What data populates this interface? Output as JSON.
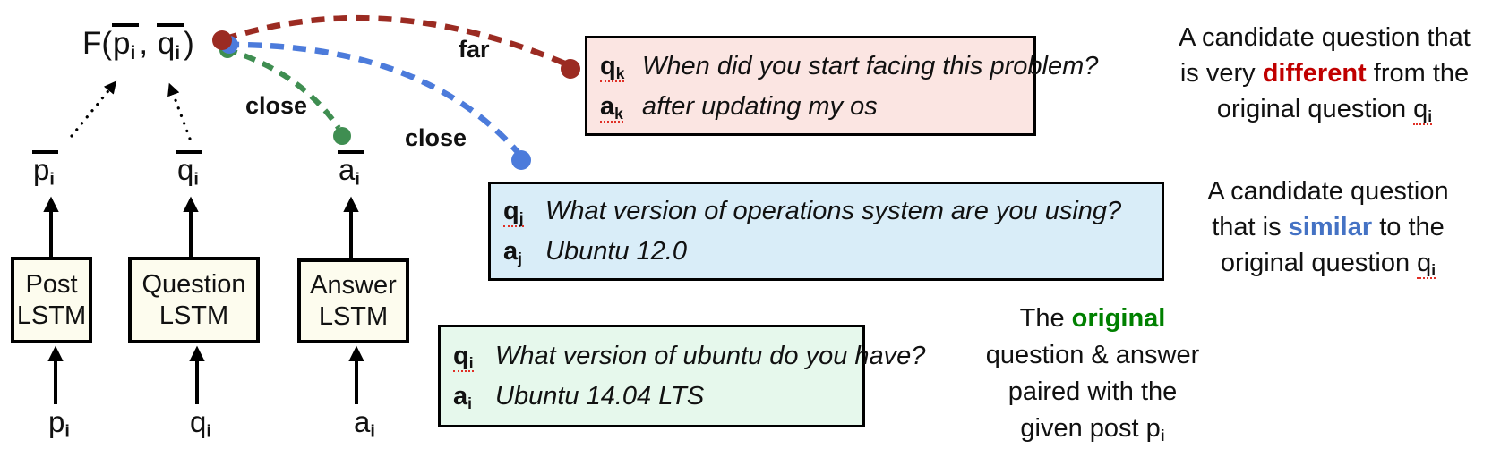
{
  "colors": {
    "far_red": "#9B2B22",
    "close_blue": "#4C7BDB",
    "close_green": "#3F8E51",
    "different_red": "#C00000",
    "similar_blue": "#4472C4",
    "original_green": "#008000",
    "candidate_far_bg": "#FBE5E2",
    "candidate_close_bg": "#D9EDF8",
    "original_bg": "#E6F8EC",
    "lstm_box_bg": "#FDFCEE",
    "squiggle_red": "#E03026",
    "arrow_black": "#000000"
  },
  "model": {
    "f_label": {
      "open": "F(",
      "arg1_base": "p",
      "arg1_sub": "i",
      "sep": ", ",
      "arg2_base": "q",
      "arg2_sub": "i",
      "close": ")"
    },
    "hidden": {
      "p_base": "p",
      "p_sub": "i",
      "q_base": "q",
      "q_sub": "i",
      "a_base": "a",
      "a_sub": "i"
    },
    "lstm_boxes": {
      "post": {
        "line1": "Post",
        "line2": "LSTM"
      },
      "question": {
        "line1": "Question",
        "line2": "LSTM"
      },
      "answer": {
        "line1": "Answer",
        "line2": "LSTM"
      }
    },
    "inputs": {
      "p_base": "p",
      "p_sub": "i",
      "q_base": "q",
      "q_sub": "i",
      "a_base": "a",
      "a_sub": "i"
    }
  },
  "edges": {
    "far_label": "far",
    "close_green_label": "close",
    "close_blue_label": "close"
  },
  "qa_boxes": {
    "far": {
      "q_base": "q",
      "q_sub": "k",
      "q_text": "When did you start facing this problem?",
      "a_base": "a",
      "a_sub": "k",
      "a_text": "after updating my os"
    },
    "close": {
      "q_base": "q",
      "q_sub": "j",
      "q_text": "What version of operations system are you using?",
      "a_base": "a",
      "a_sub": "j",
      "a_text": "Ubuntu 12.0"
    },
    "original": {
      "q_base": "q",
      "q_sub": "i",
      "q_text": "What version of ubuntu do you have?",
      "a_base": "a",
      "a_sub": "i",
      "a_text": "Ubuntu 14.04 LTS"
    }
  },
  "annotations": {
    "different": {
      "l1": "A candidate question that",
      "l2a": "is very ",
      "l2b": "different",
      "l2c": " from the",
      "l3a": "original question ",
      "l3b": "q",
      "l3c": "i"
    },
    "similar": {
      "l1": "A candidate question",
      "l2a": "that is ",
      "l2b": "similar",
      "l2c": " to the",
      "l3a": "original question ",
      "l3b": "q",
      "l3c": "i"
    },
    "original": {
      "l1a": "The ",
      "l1b": "original",
      "l2": "question & answer",
      "l3": "paired with the",
      "l4a": "given post ",
      "l4b": "p",
      "l4c": "i"
    }
  }
}
